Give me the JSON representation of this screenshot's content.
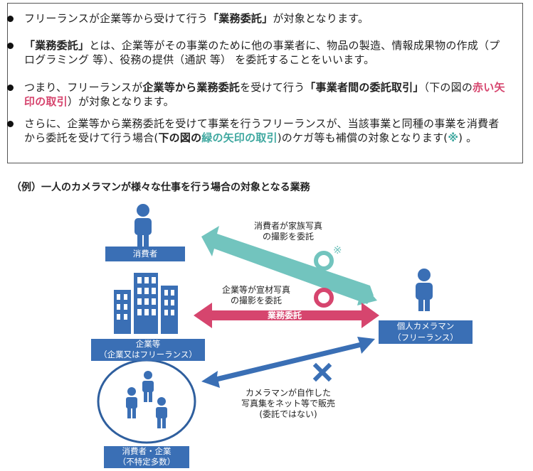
{
  "bullets": [
    {
      "t1": "フリーランスが企業等から受けて行う",
      "t2": "「業務委託」",
      "t3": "が対象となります。"
    },
    {
      "t1": "「業務委託」",
      "t2": "とは、企業等がその事業のために他の事業者に、物品の製造、情報成果物の作成（プログラミング 等）、役務の提供（通訳 等） を委託することをいいます。"
    },
    {
      "t1": "つまり、フリーランスが",
      "t2": "企業等から業務委託",
      "t3": "を受けて行う",
      "t4": "「事業者間の委託取引」",
      "t5": "（下の図の",
      "t6": "赤い矢印の取引",
      "t7": "）が対象となります。"
    },
    {
      "t1": "さらに、企業等から業務委託を受けて事業を行うフリーランスが、当該事業と同種の事業を消費者から委託を受けて行う場合(",
      "t2": "下の図の",
      "t3": "緑の矢印の取引",
      "t4": ")のケガ等も補償の対象となります(",
      "t5": "※",
      "t6": ") 。"
    }
  ],
  "example_title": "（例）一人のカメラマンが様々な仕事を行う場合の対象となる業務",
  "labels": {
    "consumer": "消費者",
    "company_1": "企業等",
    "company_2": "（企業又はフリーランス）",
    "photographer_1": "個人カメラマン",
    "photographer_2": "（フリーランス）",
    "unspecified_1": "消費者・企業",
    "unspecified_2": "（不特定多数）"
  },
  "annotations": {
    "family_1": "消費者が家族写真",
    "family_2": "の撮影を委託",
    "note_mark": "※",
    "ad_1": "企業等が宣材写真",
    "ad_2": "の撮影を委託",
    "business_label": "業務委託",
    "self_1": "カメラマンが自作した",
    "self_2": "写真集をネット等で販売",
    "self_3": "(委託ではない)"
  },
  "colors": {
    "green": "#72c4be",
    "red": "#d6456e",
    "blue": "#3a6fb5",
    "person": "#3a6fb5"
  }
}
